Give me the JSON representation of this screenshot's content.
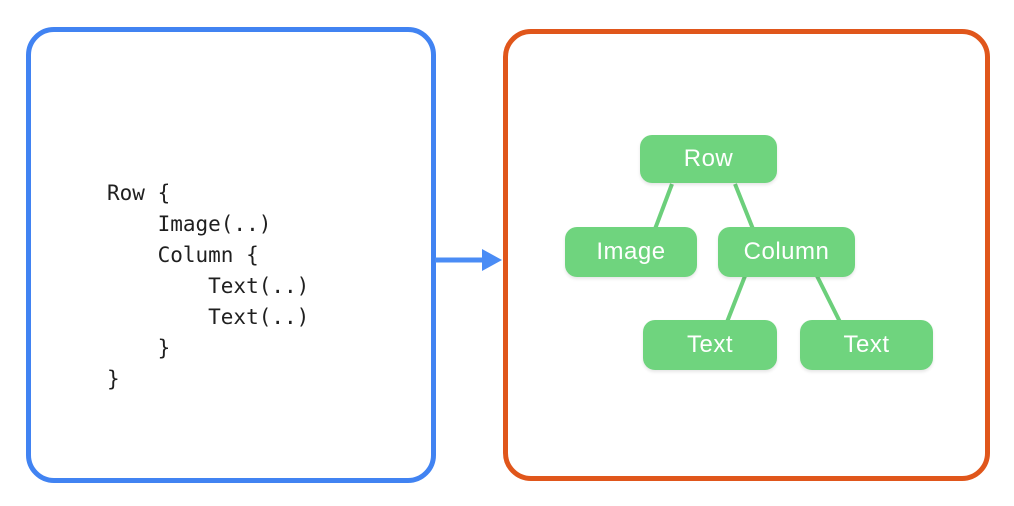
{
  "left_panel": {
    "code": "Row {\n    Image(..)\n    Column {\n        Text(..)\n        Text(..)\n    }\n}"
  },
  "right_panel": {
    "tree": {
      "nodes": [
        {
          "id": "row",
          "label": "Row"
        },
        {
          "id": "image",
          "label": "Image"
        },
        {
          "id": "column",
          "label": "Column"
        },
        {
          "id": "text-1",
          "label": "Text"
        },
        {
          "id": "text-2",
          "label": "Text"
        }
      ],
      "edges": [
        [
          "row",
          "image"
        ],
        [
          "row",
          "column"
        ],
        [
          "column",
          "text-1"
        ],
        [
          "column",
          "text-2"
        ]
      ]
    }
  },
  "colors": {
    "left_panel_border": "#4183F2",
    "right_panel_border": "#E0561B",
    "arrow": "#4A8CF5",
    "node_fill": "#6FD47E",
    "node_text": "#FFFFFF",
    "edge_stroke": "#6CCF7B",
    "code_text": "#1F1F1F",
    "background": "#FFFFFF"
  }
}
